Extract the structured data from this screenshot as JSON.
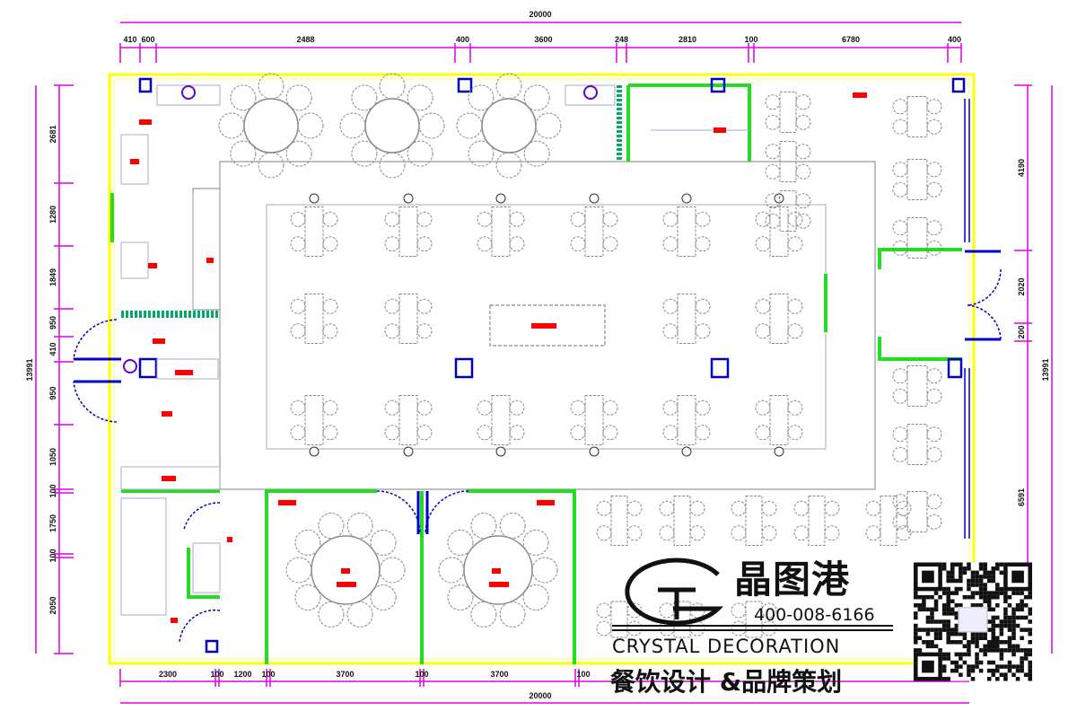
{
  "title": "Restaurant floor plan",
  "colors": {
    "wall": "#ffff00",
    "dim": "#e000e0",
    "partition": "#22dd22",
    "door": "#0000cc",
    "furniture": "#888888",
    "label": "#ff0000"
  },
  "dimensions": {
    "top_total": "20000",
    "top_segments": [
      "410",
      "600",
      "2488",
      "400",
      "3600",
      "248",
      "2810",
      "100",
      "6780",
      "400"
    ],
    "bottom_segments": [
      "2300",
      "100",
      "1200",
      "100",
      "3700",
      "100",
      "3700",
      "100"
    ],
    "bottom_total": "20000",
    "left_total": "13991",
    "left_segments": [
      "2681",
      "1280",
      "1849",
      "950",
      "410",
      "950",
      "1050",
      "100",
      "1750",
      "100",
      "2050"
    ],
    "right_total": "13991",
    "right_segments": [
      "4190",
      "2020",
      "200",
      "6591"
    ]
  },
  "logo": {
    "brand_cn": "晶图港",
    "phone": "400-008-6166",
    "brand_en": "CRYSTAL DECORATION",
    "slogan": "餐饮设计 &品牌策划"
  }
}
